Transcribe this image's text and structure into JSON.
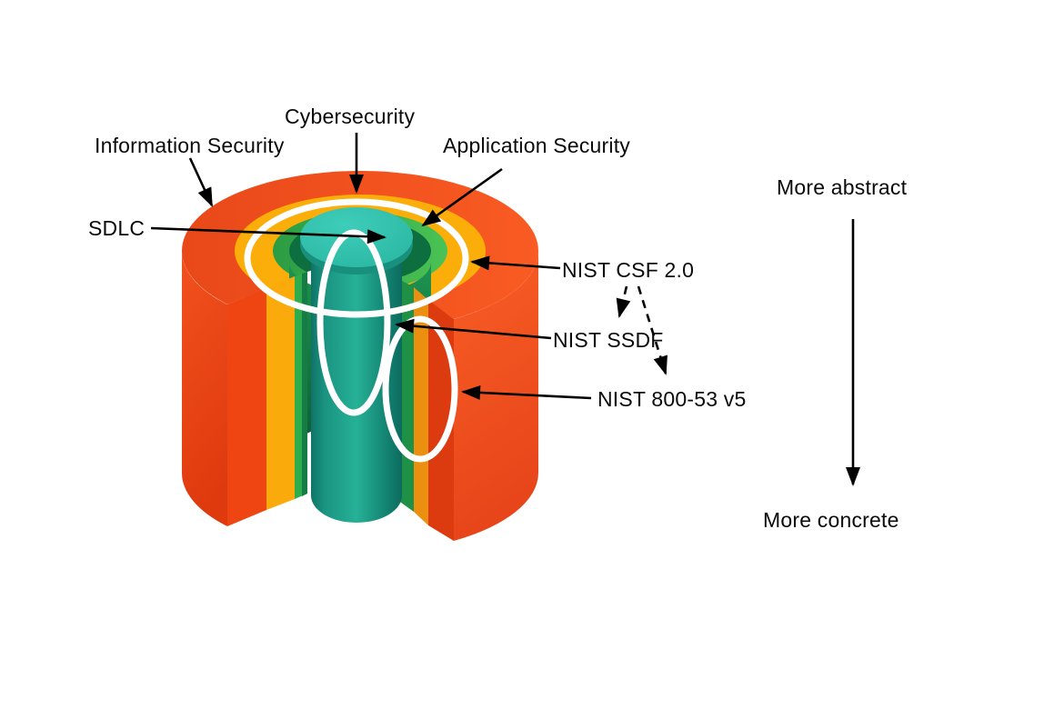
{
  "diagram": {
    "type": "cutaway-cylinder",
    "callouts": {
      "cybersecurity": "Cybersecurity",
      "information_security": "Information Security",
      "application_security": "Application Security",
      "sdlc": "SDLC",
      "nist_csf": "NIST CSF 2.0",
      "nist_ssdf": "NIST SSDF",
      "nist_800_53": "NIST 800-53 v5"
    },
    "gradient_axis": {
      "top": "More abstract",
      "bottom": "More concrete"
    },
    "layers": [
      {
        "label": "Information Security",
        "color": "#F3511E"
      },
      {
        "label": "Cybersecurity",
        "color": "#FBAE09"
      },
      {
        "label": "Application Security",
        "color": "#3BB34C"
      },
      {
        "label": "SDLC",
        "color": "#2FBFAA"
      }
    ],
    "nist_links": [
      {
        "from": "NIST CSF 2.0",
        "to": "NIST SSDF",
        "style": "dashed"
      },
      {
        "from": "NIST CSF 2.0",
        "to": "NIST 800-53 v5",
        "style": "dashed"
      }
    ],
    "highlight_color": "#FFFFFF",
    "arrow_color": "#000000"
  }
}
